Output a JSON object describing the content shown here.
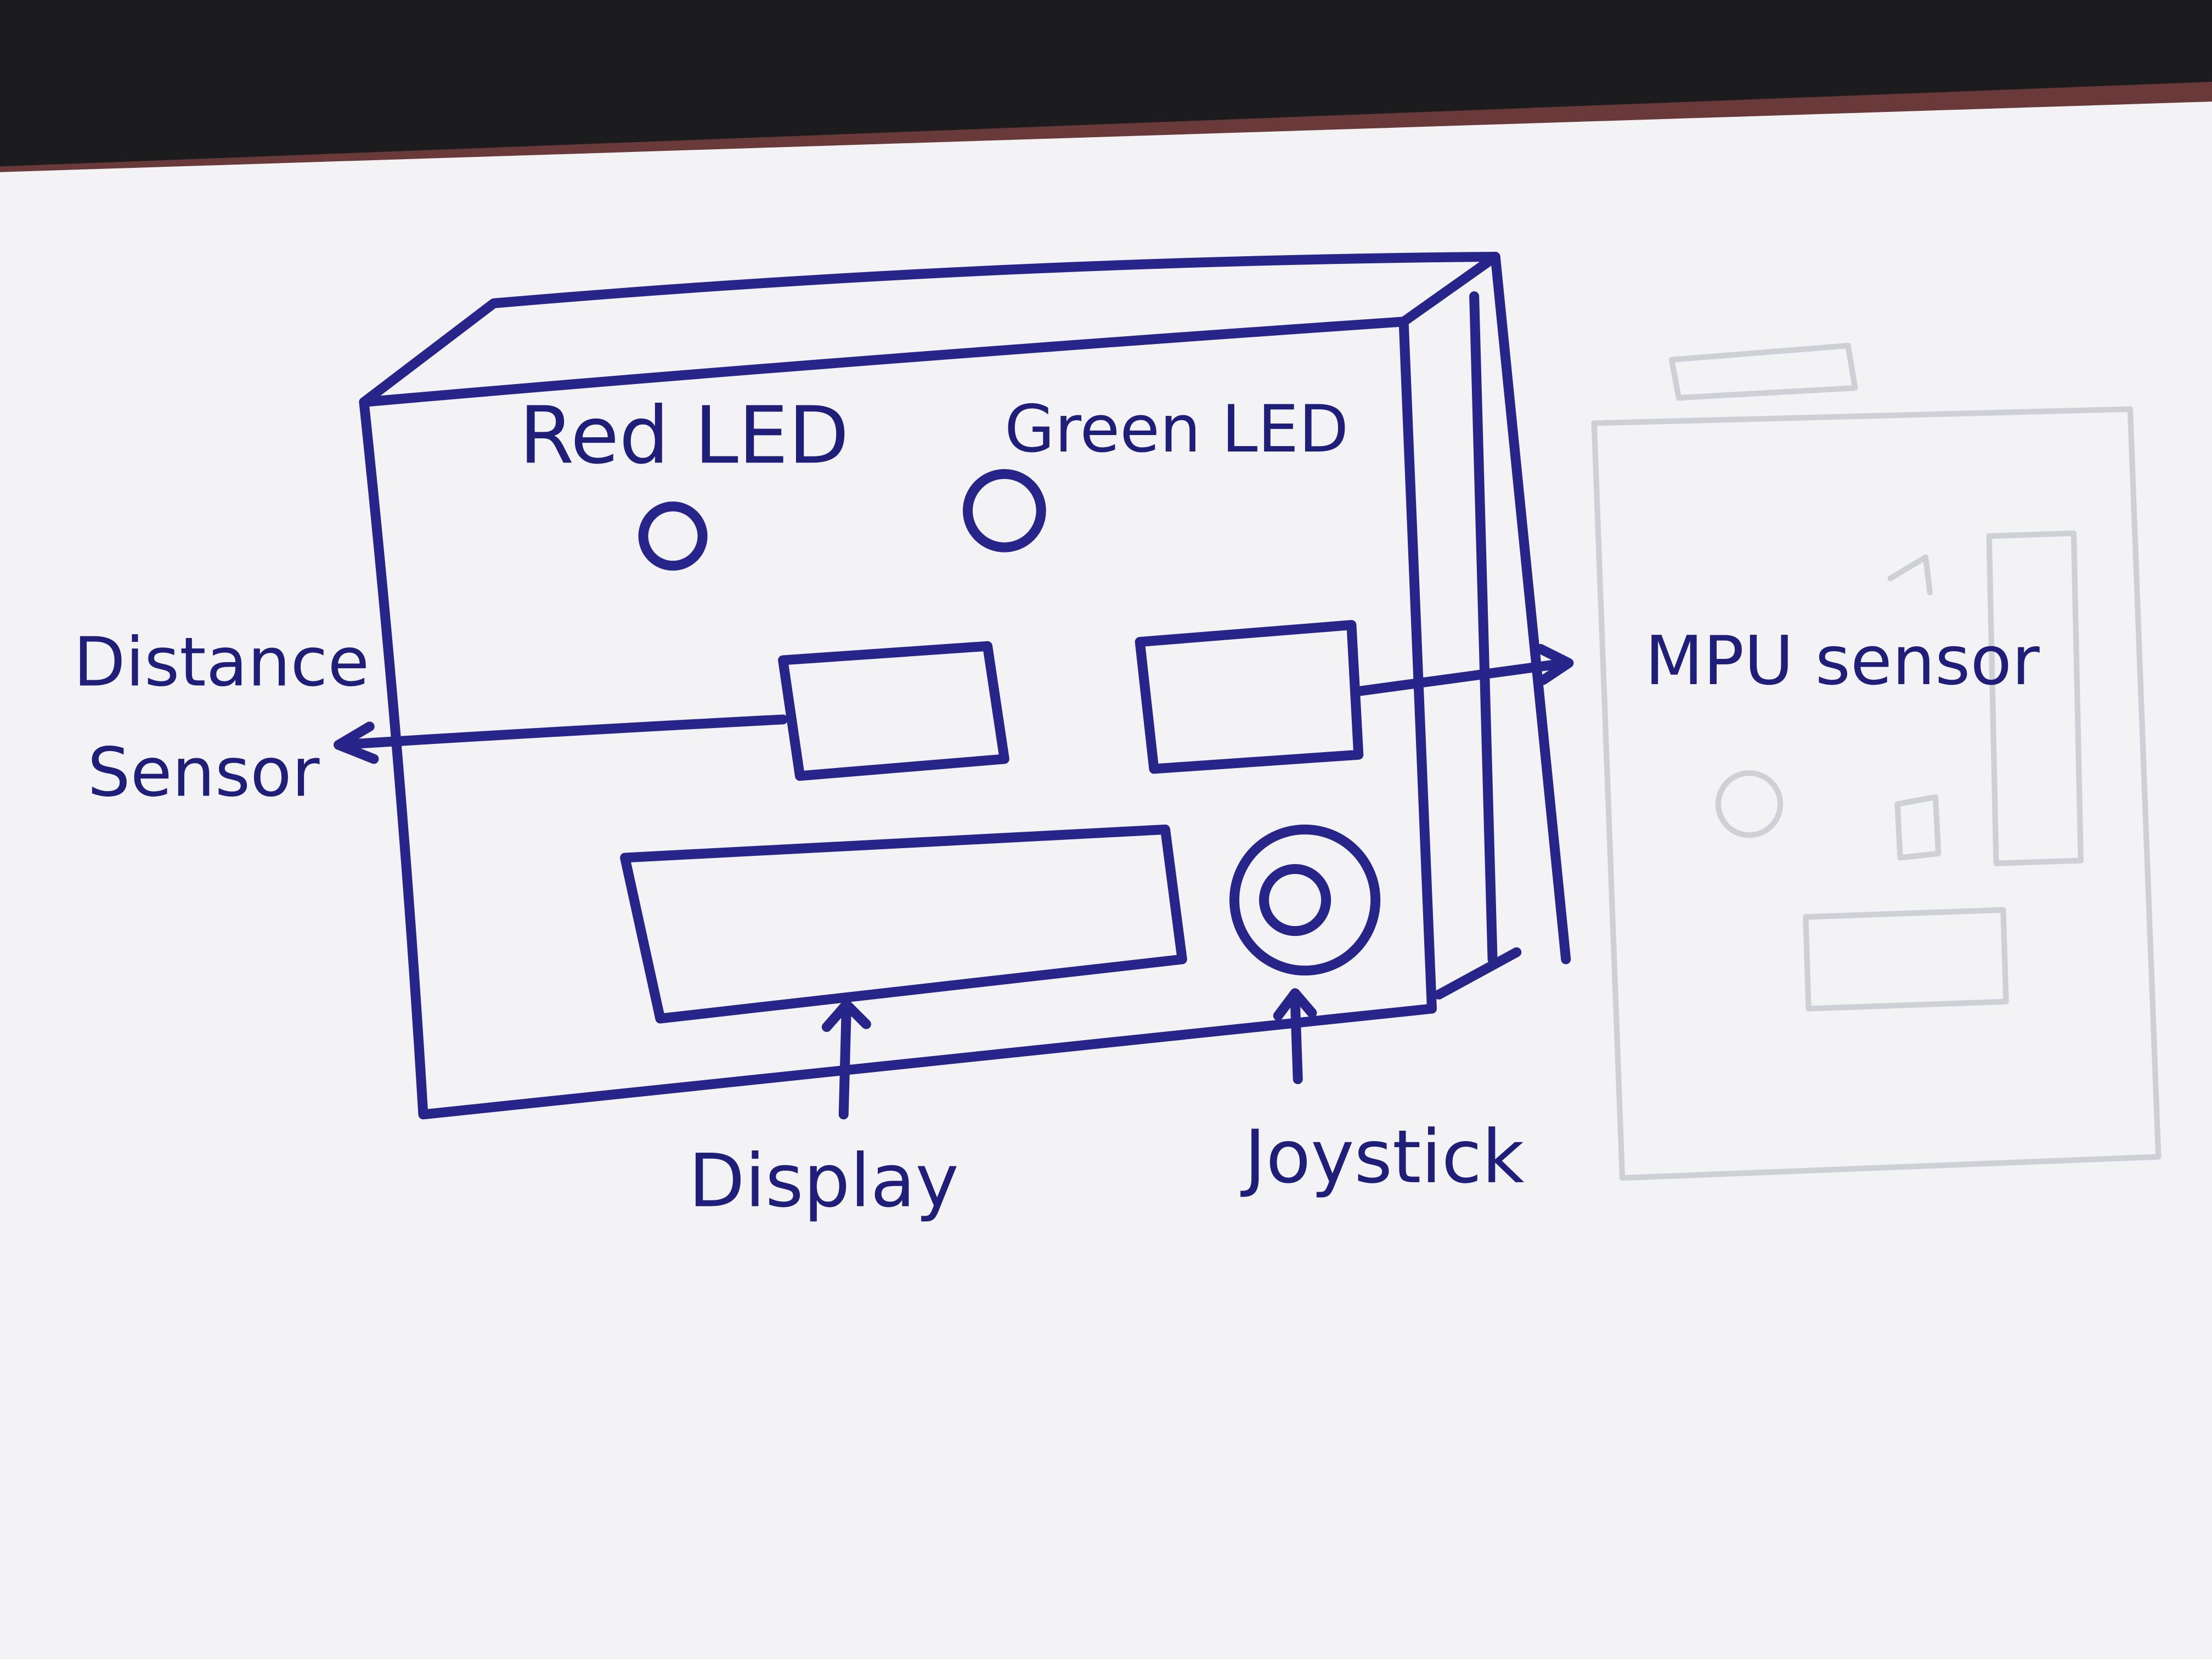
{
  "diagram": {
    "labels": {
      "red_led": "Red LED",
      "green_led": "Green LED",
      "distance_sensor_line1": "Distance",
      "distance_sensor_line2": "Sensor",
      "mpu_sensor": "MPU sensor",
      "display": "Display",
      "joystick": "Joystick"
    }
  },
  "colors": {
    "ink": "#27258a",
    "paper": "#f3f2f5",
    "background": "#1c1c1e",
    "pencil_ghost": "#cfcfd6",
    "notebook_edge": "#6a3a3a"
  }
}
